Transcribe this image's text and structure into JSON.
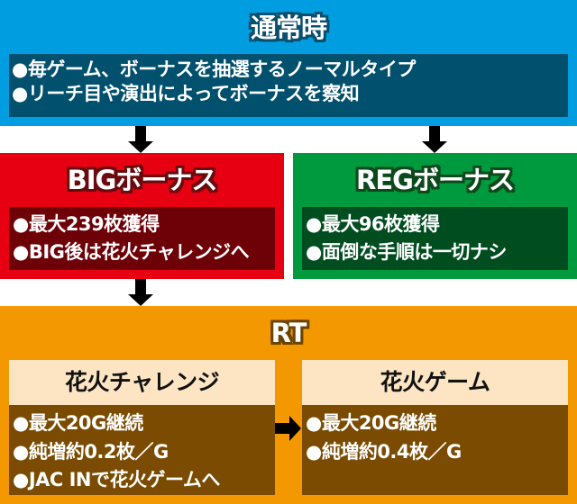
{
  "colors": {
    "normal_bg": "#009de0",
    "normal_inner": "#00506e",
    "big_bg": "#e60012",
    "big_inner": "#6e0008",
    "reg_bg": "#009a3e",
    "reg_inner": "#004d20",
    "rt_bg": "#f39800",
    "rt_header": "#fde5c3",
    "rt_body": "#7a4b00",
    "arrow": "#000000"
  },
  "normal": {
    "title": "通常時",
    "bullets": [
      "●毎ゲーム、ボーナスを抽選するノーマルタイプ",
      "●リーチ目や演出によってボーナスを察知"
    ]
  },
  "big": {
    "title": "BIGボーナス",
    "bullets": [
      "●最大239枚獲得",
      "●BIG後は花火チャレンジへ"
    ]
  },
  "reg": {
    "title": "REGボーナス",
    "bullets": [
      "●最大96枚獲得",
      "●面倒な手順は一切ナシ"
    ]
  },
  "rt": {
    "title": "RT",
    "challenge": {
      "title": "花火チャレンジ",
      "bullets": [
        "●最大20G継続",
        "●純増約0.2枚／G",
        "●JAC INで花火ゲームへ"
      ]
    },
    "game": {
      "title": "花火ゲーム",
      "bullets": [
        "●最大20G継続",
        "●純増約0.4枚／G"
      ]
    }
  },
  "arrows": [
    {
      "from": "normal",
      "to": "big",
      "direction": "down"
    },
    {
      "from": "normal",
      "to": "reg",
      "direction": "down"
    },
    {
      "from": "big",
      "to": "rt",
      "direction": "down"
    },
    {
      "from": "rt.challenge",
      "to": "rt.game",
      "direction": "right"
    }
  ]
}
